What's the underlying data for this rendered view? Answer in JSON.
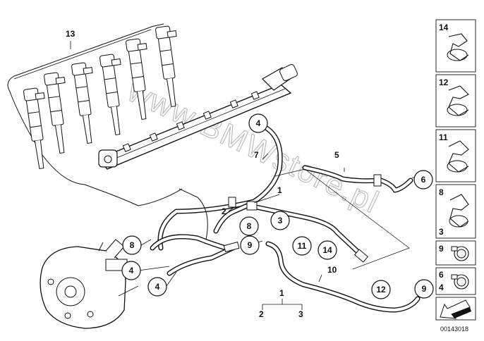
{
  "diagram": {
    "watermark": "www.BMWstore.pl",
    "drawing_number": "00143018",
    "part_labels": {
      "l13": "13",
      "l7": "7",
      "l5": "5",
      "l1_top": "1",
      "l2_top": "2",
      "l1_bottom": "1",
      "l2_bottom": "2",
      "l3_bottom": "3",
      "l10": "10"
    },
    "callouts": {
      "c4_top": "4",
      "c6": "6",
      "c8_mid": "8",
      "c3": "3",
      "c8_left": "8",
      "c9_mid": "9",
      "c11": "11",
      "c14": "14",
      "c4_left1": "4",
      "c4_left2": "4",
      "c12": "12",
      "c9_right": "9"
    },
    "legend": {
      "p14": "14",
      "p12": "12",
      "p11": "11",
      "p8": "8",
      "p3": "3",
      "p9": "9",
      "p6": "6",
      "p4": "4"
    }
  }
}
